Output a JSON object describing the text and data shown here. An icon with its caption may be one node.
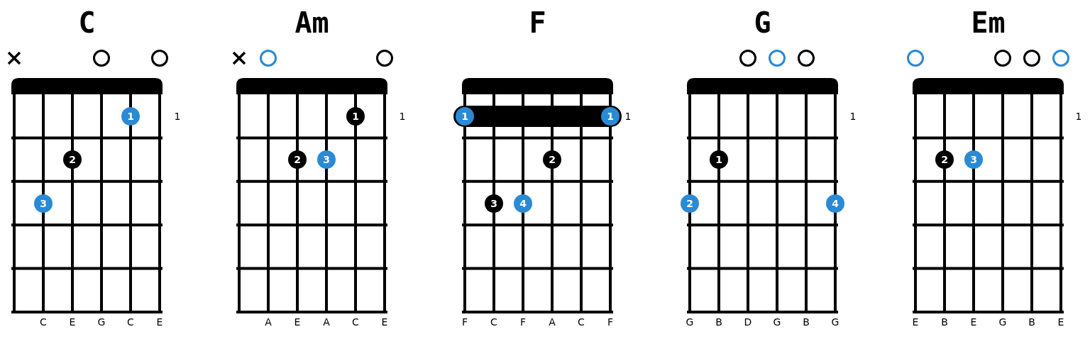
{
  "diagram": {
    "nodes": [
      {
        "text": [
          "C"
        ]
      },
      {
        "text": [],
        "shape": "cross",
        "in": 0
      },
      {
        "text": [],
        "shape": "circle",
        "in": 0
      },
      {
        "text": [],
        "shape": "circle",
        "in": 0
      },
      {
        "text": [
          "1"
        ],
        "in": 0
      },
      {
        "text": [
          "2"
        ],
        "in": 0
      },
      {
        "text": [
          "3"
        ],
        "in": 0
      },
      {
        "text": [
          "Am"
        ]
      },
      {
        "text": [],
        "shape": "cross",
        "in": 7
      },
      {
        "text": [],
        "shape": "circle",
        "in": 7
      },
      {
        "text": [],
        "shape": "circle",
        "in": 7
      },
      {
        "text": [
          "1"
        ],
        "in": 7
      },
      {
        "text": [
          "2"
        ],
        "in": 7
      },
      {
        "text": [
          "3"
        ],
        "in": 7
      },
      {
        "text": [
          "F"
        ]
      },
      {
        "text": [],
        "shape": "bar",
        "in": 14
      },
      {
        "text": [
          "1"
        ],
        "in": 15
      },
      {
        "text": [
          "1"
        ],
        "in": 15
      },
      {
        "text": [
          "2"
        ],
        "in": 14
      },
      {
        "text": [
          "3"
        ],
        "in": 14
      },
      {
        "text": [
          "4"
        ],
        "in": 14
      },
      {
        "text": [
          "G"
        ]
      },
      {
        "text": [],
        "shape": "circle",
        "in": 21
      },
      {
        "text": [],
        "shape": "circle",
        "in": 21
      },
      {
        "text": [],
        "shape": "circle",
        "in": 21
      },
      {
        "text": [
          "1"
        ],
        "in": 21
      },
      {
        "text": [
          "2"
        ],
        "in": 21
      },
      {
        "text": [
          "4"
        ],
        "in": 21
      },
      {
        "text": [
          "Em"
        ]
      },
      {
        "text": [],
        "shape": "circle",
        "in": 28
      },
      {
        "text": [],
        "shape": "circle",
        "in": 28
      },
      {
        "text": [],
        "shape": "circle",
        "in": 28
      },
      {
        "text": [],
        "shape": "circle",
        "in": 28
      },
      {
        "text": [
          "2"
        ],
        "in": 28
      },
      {
        "text": [
          "3"
        ],
        "in": 28
      }
    ],
    "labels": [
      "1",
      "C",
      "E",
      "G",
      "C",
      "E",
      "1",
      "A",
      "E",
      "A",
      "C",
      "E",
      "1",
      "F",
      "C",
      "F",
      "A",
      "C",
      "F",
      "1",
      "G",
      "B",
      "D",
      "G",
      "B",
      "G",
      "1",
      "E",
      "B",
      "E",
      "G",
      "B",
      "E"
    ]
  }
}
